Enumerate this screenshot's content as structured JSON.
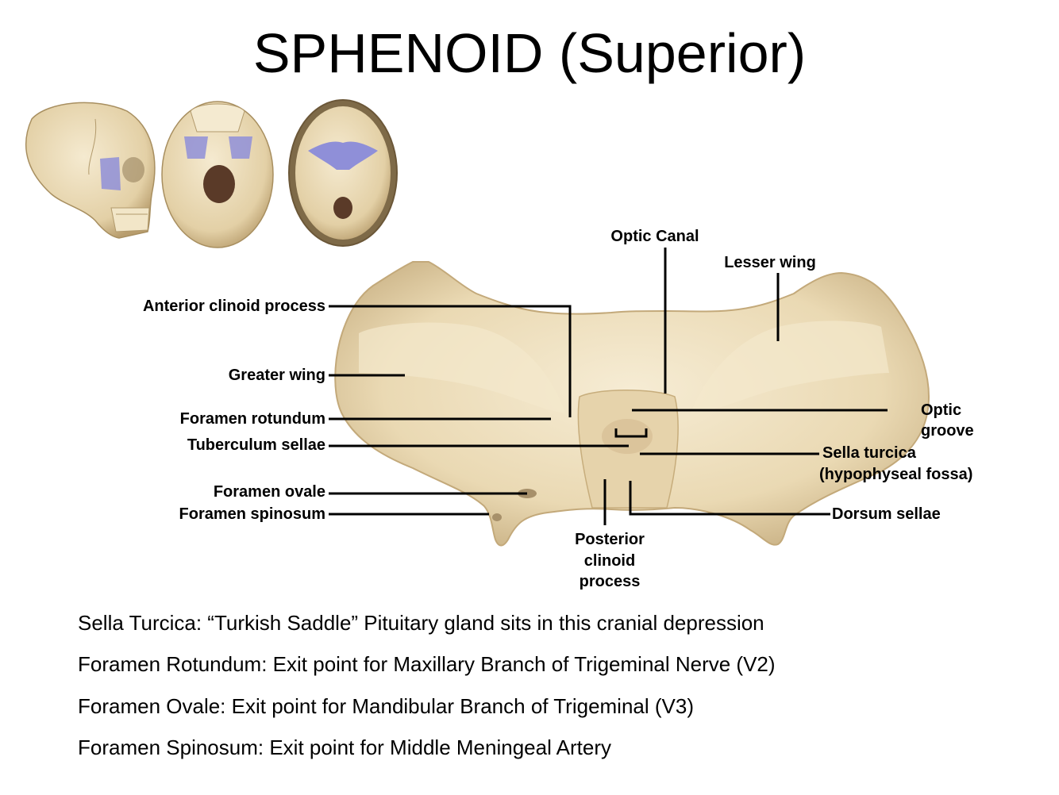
{
  "title": "SPHENOID (Superior)",
  "images": {
    "lateral_skull": "skull lateral view",
    "inferior_skull": "skull inferior view",
    "cranial_floor": "cranial cavity superior view",
    "bone_color": "#efe2c4",
    "highlight_color": "#8f8fd8"
  },
  "labels": {
    "optic_canal": "Optic Canal",
    "lesser_wing": "Lesser wing",
    "anterior_clinoid": "Anterior clinoid process",
    "greater_wing": "Greater wing",
    "foramen_rotundum": "Foramen rotundum",
    "tuberculum_sellae": "Tuberculum sellae",
    "foramen_ovale": "Foramen ovale",
    "foramen_spinosum": "Foramen spinosum",
    "optic_groove_1": "Optic",
    "optic_groove_2": "groove",
    "sella_turcica_1": "Sella turcica",
    "sella_turcica_2": "(hypophyseal fossa)",
    "dorsum_sellae": "Dorsum sellae",
    "posterior_clinoid_1": "Posterior",
    "posterior_clinoid_2": "clinoid",
    "posterior_clinoid_3": "process"
  },
  "notes": [
    "Sella Turcica: “Turkish Saddle” Pituitary gland sits in this cranial depression",
    "Foramen Rotundum: Exit point for Maxillary Branch of Trigeminal Nerve (V2)",
    "Foramen Ovale: Exit point for Mandibular Branch of Trigeminal (V3)",
    "Foramen Spinosum: Exit point for Middle Meningeal Artery"
  ]
}
